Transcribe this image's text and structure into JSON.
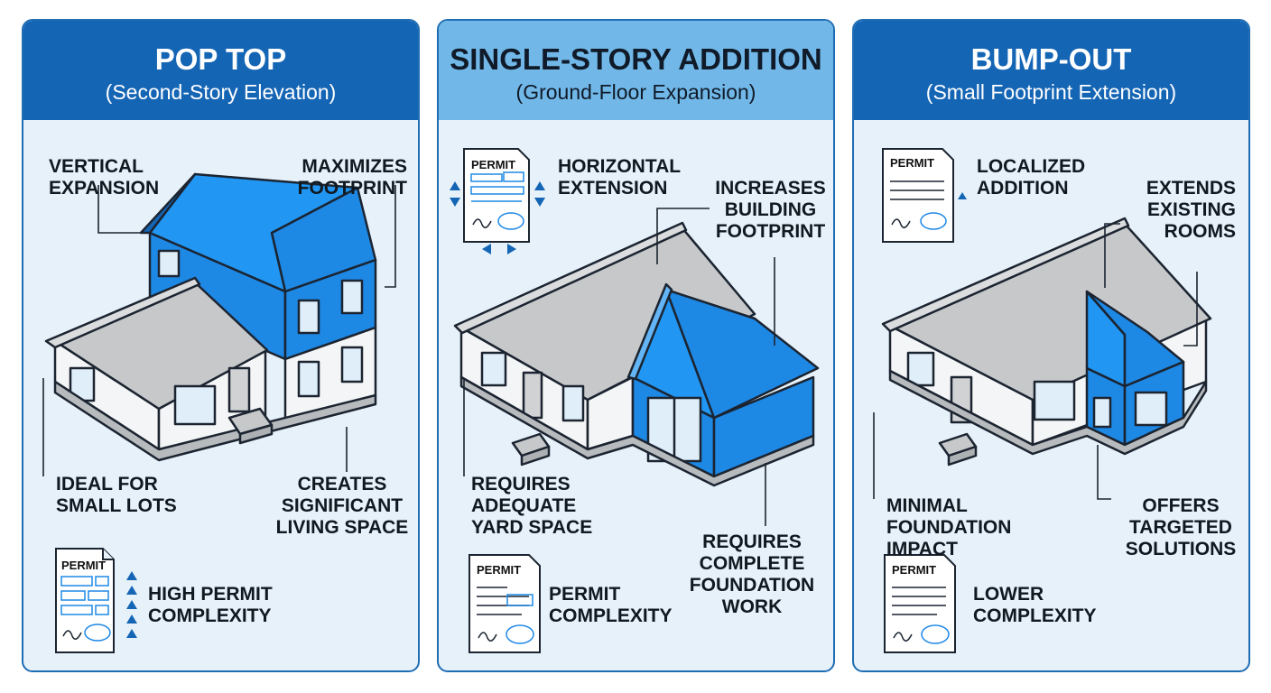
{
  "panels": [
    {
      "title": "POP TOP",
      "subtitle": "(Second-Story Elevation)",
      "labels": {
        "top_left": "VERTICAL\nEXPANSION",
        "top_right": "MAXIMIZES\nFOOTPRINT",
        "bottom_left": "IDEAL FOR\nSMALL LOTS",
        "bottom_right": "CREATES\nSIGNIFICANT\nLIVING SPACE",
        "permit": "HIGH PERMIT\nCOMPLEXITY"
      },
      "permit_doc_label": "PERMIT"
    },
    {
      "title": "SINGLE-STORY ADDITION",
      "subtitle": "(Ground-Floor Expansion)",
      "labels": {
        "top_left": "HORIZONTAL\nEXTENSION",
        "top_right": "INCREASES\nBUILDING\nFOOTPRINT",
        "bottom_left": "REQUIRES\nADEQUATE\nYARD SPACE",
        "bottom_right": "REQUIRES\nCOMPLETE\nFOUNDATION\nWORK",
        "permit": "PERMIT\nCOMPLEXITY"
      },
      "permit_doc_label": "PERMIT"
    },
    {
      "title": "BUMP-OUT",
      "subtitle": "(Small Footprint Extension)",
      "labels": {
        "top_left": "LOCALIZED\nADDITION",
        "top_right": "EXTENDS\nEXISTING\nROOMS",
        "bottom_left": "MINIMAL\nFOUNDATION\nIMPACT",
        "bottom_right": "OFFERS\nTARGETED\nSOLUTIONS",
        "permit": "LOWER\nCOMPLEXITY"
      },
      "permit_doc_label": "PERMIT"
    }
  ],
  "colors": {
    "header_dark": "#1565b5",
    "header_light": "#71b8e8",
    "panel_bg": "#e6f1fa",
    "addition_blue": "#1e88e5",
    "roof_gray": "#c6c8ca",
    "wall_white": "#f4f5f6",
    "outline": "#1b2430"
  }
}
